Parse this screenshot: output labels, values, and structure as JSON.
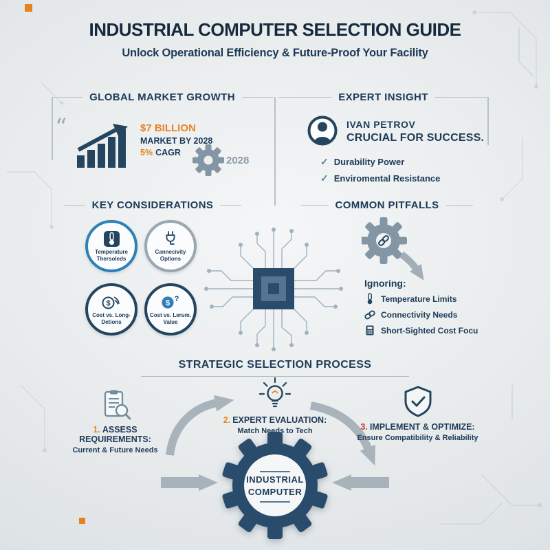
{
  "header": {
    "title": "INDUSTRIAL COMPUTER SELECTION GUIDE",
    "subtitle": "Unlock Operational Efficiency & Future-Proof Your Facility"
  },
  "market": {
    "heading": "GLOBAL MARKET GROWTH",
    "value": "$7 BILLION",
    "value_caption": "MARKET BY 2028",
    "cagr_value": "5%",
    "cagr_label": "CAGR",
    "year": "2028"
  },
  "expert": {
    "heading": "EXPERT INSIGHT",
    "name": "IVAN PETROV",
    "quote": "CRUCIAL FOR SUCCESS.",
    "points": [
      {
        "label": "Durability Power"
      },
      {
        "label": "Enviromental Resistance"
      }
    ]
  },
  "considerations": {
    "heading": "KEY CONSIDERATIONS",
    "items": [
      {
        "line1": "Temperature",
        "line2": "Thersoleds"
      },
      {
        "line1": "Cannecivity",
        "line2": "Options"
      },
      {
        "line1": "Cost vs. Long-",
        "line2": "Detions"
      },
      {
        "line1": "Cost vs. Lerum.",
        "line2": "Value"
      }
    ]
  },
  "pitfalls": {
    "heading": "COMMON PITFALLS",
    "intro": "Ignoring:",
    "items": [
      {
        "label": "Temperature Limits"
      },
      {
        "label": "Connectivity Needs"
      },
      {
        "label": "Short-Sighted Cost Focu"
      }
    ]
  },
  "process": {
    "heading": "STRATEGIC SELECTION PROCESS",
    "steps": [
      {
        "num": "1.",
        "title": "ASSESS REQUIREMENTS:",
        "desc": "Current & Future Needs"
      },
      {
        "num": "2.",
        "title": "EXPERT EVALUATION:",
        "desc": "Match Needs to Tech"
      },
      {
        "num": "3.",
        "title": "IMPLEMENT & OPTIMIZE:",
        "desc": "Ensure Compatibility & Reliability"
      }
    ],
    "gear_line1": "INDUSTRIAL",
    "gear_line2": "COMPUTER"
  },
  "icons": {
    "quote": "“",
    "check": "✓",
    "dollar": "$",
    "question": "?"
  },
  "colors": {
    "navy": "#1d3a57",
    "navy_deep": "#16293d",
    "orange": "#e8821e",
    "red_orange": "#cf3b25",
    "steel": "#8496a4",
    "ring_blue": "#2f80b6",
    "line_gray": "#b8c2ca",
    "background": "#e9eced"
  }
}
